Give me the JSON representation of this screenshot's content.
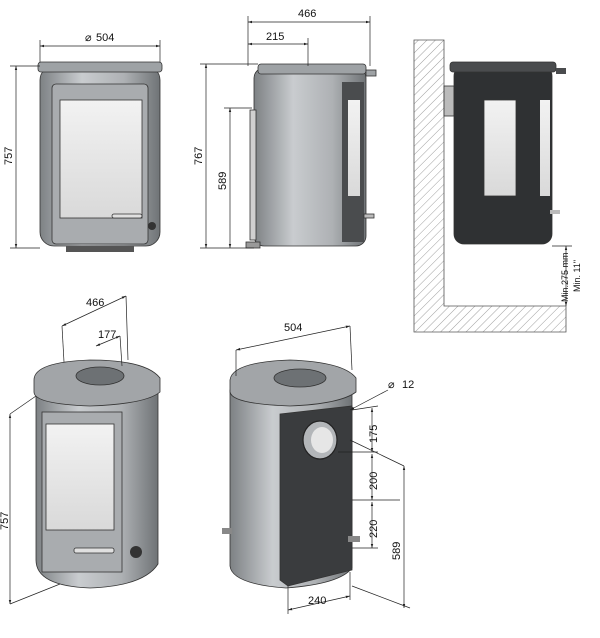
{
  "dims": {
    "front_width": "504",
    "front_height": "757",
    "side_width": "466",
    "side_offset": "215",
    "side_height": "767",
    "side_outlet_height": "589",
    "wall_min_mm": "Min.275 mm",
    "wall_min_in": "Min. 11\"",
    "iso_width": "466",
    "iso_offset": "177",
    "iso_height": "757",
    "rear_width": "504",
    "rear_hole": "12",
    "rear_175": "175",
    "rear_200": "200",
    "rear_220": "220",
    "rear_589": "589",
    "rear_240": "240"
  },
  "symbols": {
    "diameter": "⌀"
  },
  "colors": {
    "body": "#b9bcbf",
    "body_dark": "#8f9396",
    "top": "#a7aaad",
    "panel": "#3a3c3e",
    "glass": "#e9e9e9",
    "hatch": "#888888"
  },
  "diagram": {
    "nodes": [
      {
        "id": "front-view",
        "label": ""
      },
      {
        "id": "side-view",
        "label": ""
      },
      {
        "id": "wall-mount-view",
        "label": ""
      },
      {
        "id": "iso-front-view",
        "label": ""
      },
      {
        "id": "iso-rear-view",
        "label": ""
      }
    ]
  }
}
